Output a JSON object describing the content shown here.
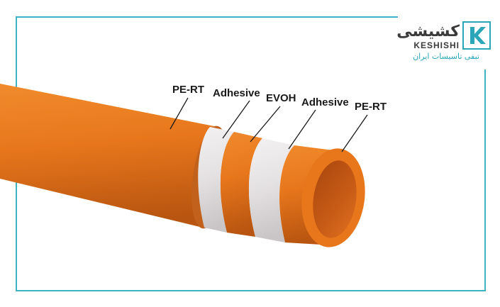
{
  "logo": {
    "name_fa": "کشیشی",
    "name_en": "KESHISHI",
    "tagline_fa": "تبفی تاسیسات ایران",
    "icon": "k-letter-icon",
    "accent_color": "#2aa6b8"
  },
  "labels": {
    "outer_pe_rt": "PE-RT",
    "adhesive_1": "Adhesive",
    "evoh": "EVOH",
    "adhesive_2": "Adhesive",
    "inner_pe_rt": "PE-RT"
  },
  "colors": {
    "pipe_orange": "#e8771c",
    "adhesive_white": "#e4e1e2",
    "frame": "#3fb3c4"
  }
}
